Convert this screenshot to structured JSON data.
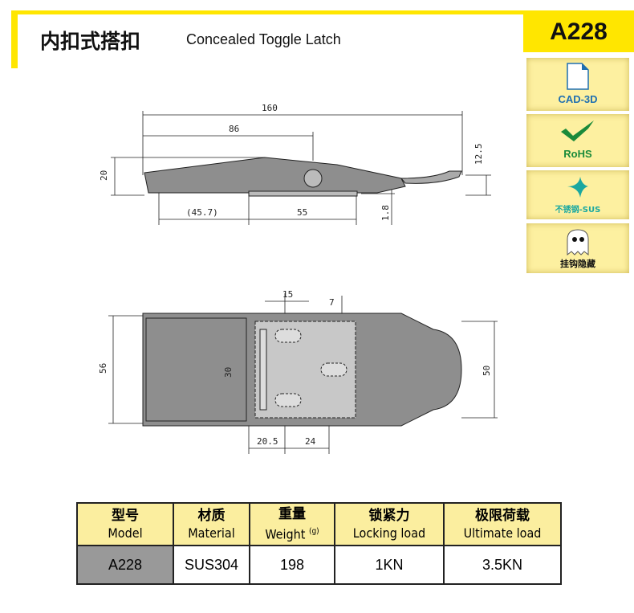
{
  "header": {
    "title_cn": "内扣式搭扣",
    "title_en": "Concealed Toggle Latch",
    "model": "A228"
  },
  "badges": [
    {
      "label": "CAD-3D",
      "icon": "file-icon",
      "color": "#1f6fb0"
    },
    {
      "label": "RoHS",
      "icon": "checkmark-icon",
      "color": "#1a8a3a"
    },
    {
      "label": "不锈钢-SUS",
      "icon": "sparkle-icon",
      "color": "#1aa8a0"
    },
    {
      "label": "挂钩隐藏",
      "icon": "ghost-icon",
      "color": "#111111"
    }
  ],
  "side_view": {
    "dims": [
      "160",
      "86",
      "20",
      "12.5",
      "(45.7)",
      "55",
      "1.8"
    ]
  },
  "top_view": {
    "dims": [
      "15",
      "7",
      "56",
      "30",
      "50",
      "20.5",
      "24"
    ]
  },
  "table": {
    "headers": [
      {
        "cn": "型号",
        "en": "Model"
      },
      {
        "cn": "材质",
        "en": "Material"
      },
      {
        "cn": "重量",
        "en": "Weight",
        "unit": "(g)"
      },
      {
        "cn": "锁紧力",
        "en": "Locking load"
      },
      {
        "cn": "极限荷载",
        "en": "Ultimate load"
      }
    ],
    "row": [
      "A228",
      "SUS304",
      "198",
      "1KN",
      "3.5KN"
    ]
  }
}
